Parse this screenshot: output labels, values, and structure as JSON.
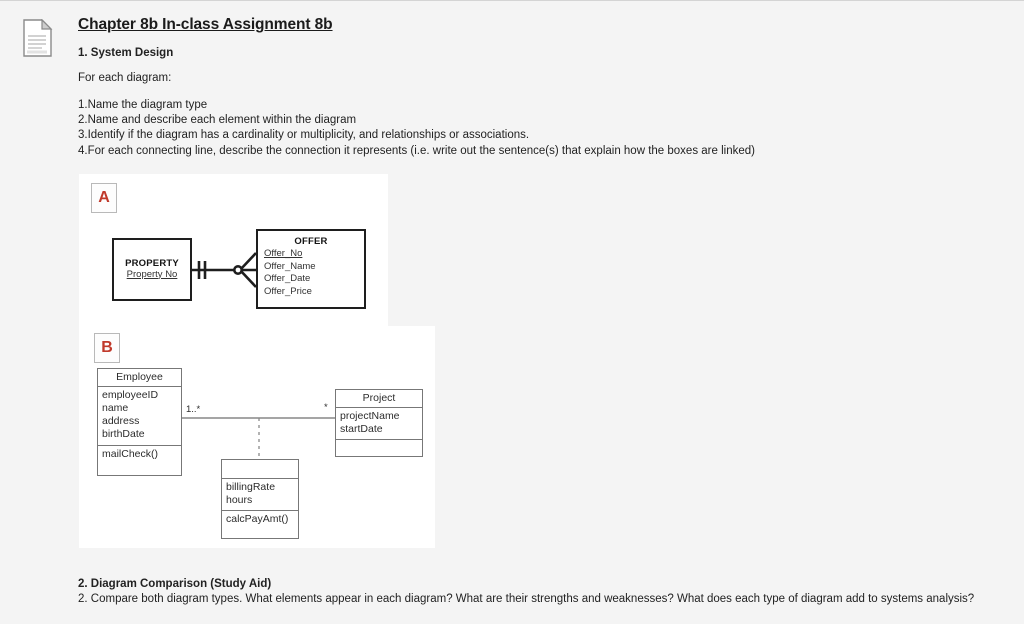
{
  "document": {
    "icon": "document-page-icon",
    "title": "Chapter 8b In-class Assignment 8b",
    "section1_heading": "1. System Design",
    "intro": "For each diagram:",
    "steps": [
      "1.Name the diagram type",
      "2.Name and describe each element within the diagram",
      "3.Identify if the diagram has a cardinality or multiplicity, and relationships or associations.",
      "4.For each connecting line, describe the connection it represents (i.e. write out the sentence(s) that explain how the boxes are linked)"
    ],
    "section2_heading": "2. Diagram Comparison (Study Aid)",
    "section2_text": "2. Compare both diagram types. What elements appear in each diagram? What are their strengths and weaknesses? What does each type of diagram add to systems analysis?"
  },
  "diagram_a": {
    "tag": "A",
    "type": "entity-relationship-diagram",
    "entities": [
      {
        "name": "PROPERTY",
        "attributes": [
          {
            "label": "Property No",
            "primary_key": true
          }
        ]
      },
      {
        "name": "OFFER",
        "attributes": [
          {
            "label": "Offer_No",
            "primary_key": true
          },
          {
            "label": "Offer_Name",
            "primary_key": false
          },
          {
            "label": "Offer_Date",
            "primary_key": false
          },
          {
            "label": "Offer_Price",
            "primary_key": false
          }
        ]
      }
    ],
    "relationship": {
      "from": "PROPERTY",
      "to": "OFFER",
      "from_cardinality": "one-and-only-one",
      "to_cardinality": "zero-or-many"
    }
  },
  "diagram_b": {
    "tag": "B",
    "type": "uml-class-diagram",
    "classes": [
      {
        "name": "Employee",
        "attributes": [
          "employeeID",
          "name",
          "address",
          "birthDate"
        ],
        "operations": [
          "mailCheck()"
        ]
      },
      {
        "name": "Project",
        "attributes": [
          "projectName",
          "startDate"
        ],
        "operations": []
      },
      {
        "name": "",
        "attributes": [
          "billingRate",
          "hours"
        ],
        "operations": [
          "calcPayAmt()"
        ]
      }
    ],
    "multiplicity_left": "1..*",
    "multiplicity_right": "*"
  },
  "colors": {
    "page_background": "#f4f4f4",
    "panel_background": "#ffffff",
    "tag_text": "#c0392b",
    "er_stroke": "#1e1e1e",
    "uml_stroke": "#777777",
    "body_text": "#222222"
  }
}
